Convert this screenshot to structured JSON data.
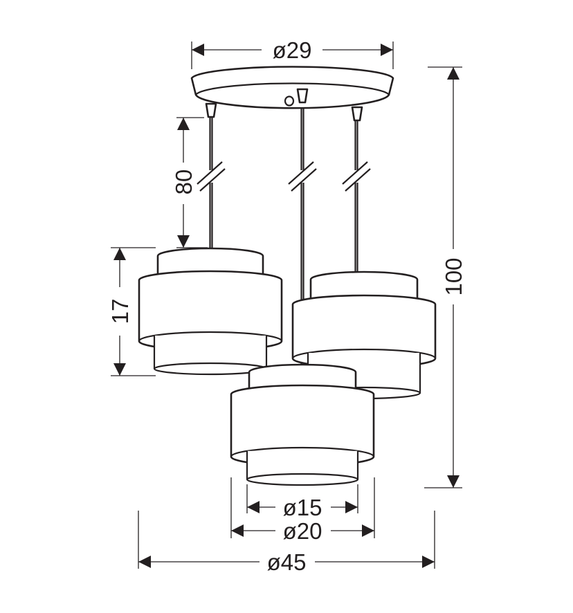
{
  "dimensions": {
    "canopy_diameter": "ø29",
    "cable_length": "80",
    "shade_height": "17",
    "total_height": "100",
    "small_diameter": "ø15",
    "medium_diameter": "ø20",
    "overall_diameter": "ø45"
  },
  "colors": {
    "line": "#231f20",
    "background": "#ffffff"
  }
}
